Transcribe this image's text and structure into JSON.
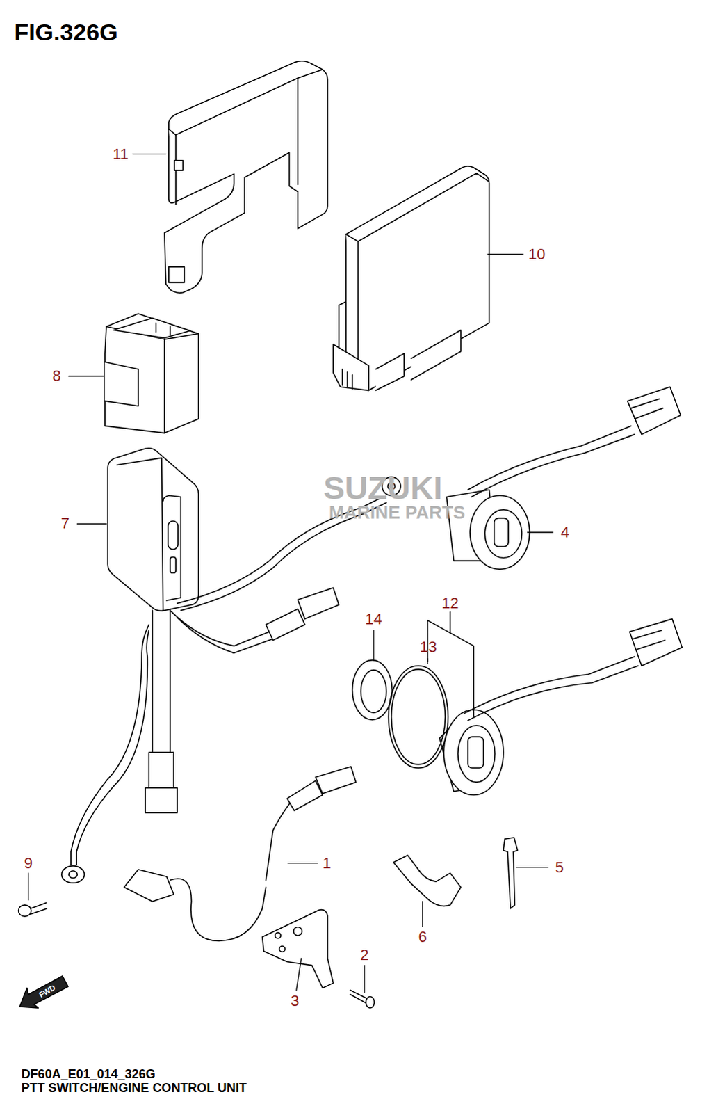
{
  "diagram": {
    "title": "FIG.326G",
    "caption": "PTT SWITCH/ENGINE CONTROL UNIT",
    "labels": [
      "11",
      "10",
      "8",
      "7",
      "4",
      "12",
      "14",
      "13",
      "9",
      "1",
      "5",
      "6",
      "2",
      "3",
      "SUZUKI",
      "MARINE PARTS",
      "FWD",
      "DF60A_E01_014_326G"
    ]
  }
}
